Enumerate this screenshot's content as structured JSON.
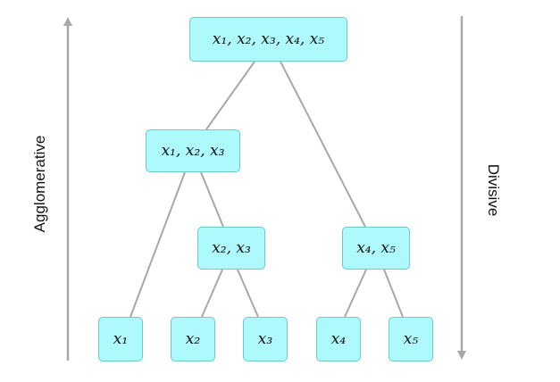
{
  "labels": {
    "agglomerative": "Agglomerative",
    "divisive": "Divisive"
  },
  "nodes": {
    "root": "x₁, x₂, x₃, x₄, x₅",
    "n123": "x₁, x₂, x₃",
    "n23": "x₂, x₃",
    "n45": "x₄, x₅",
    "x1": "x₁",
    "x2": "x₂",
    "x3": "x₃",
    "x4": "x₄",
    "x5": "x₅"
  },
  "colors": {
    "node_fill": "#aef9fb",
    "node_border": "#6fc8cc",
    "edge": "#a8a8a8",
    "arrow": "#a8a8a8"
  }
}
